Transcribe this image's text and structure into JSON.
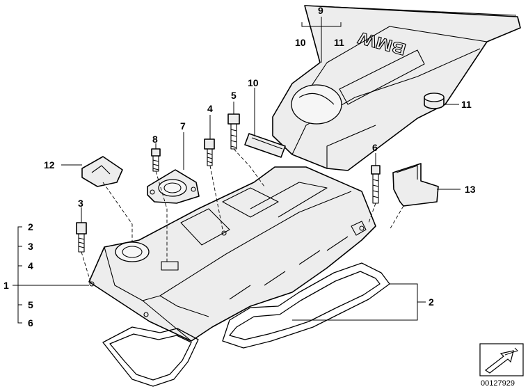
{
  "callouts": {
    "c1": "1",
    "c2a": "2",
    "c3a": "3",
    "c4a": "4",
    "c5a": "5",
    "c6a": "6",
    "c2": "2",
    "c3": "3",
    "c4": "4",
    "c5": "5",
    "c6": "6",
    "c7": "7",
    "c8": "8",
    "c9": "9",
    "c10a": "10",
    "c11a": "11",
    "c10": "10",
    "c11": "11",
    "c12": "12",
    "c13": "13"
  },
  "cover_logo": "BMW",
  "document_id": "00127929"
}
